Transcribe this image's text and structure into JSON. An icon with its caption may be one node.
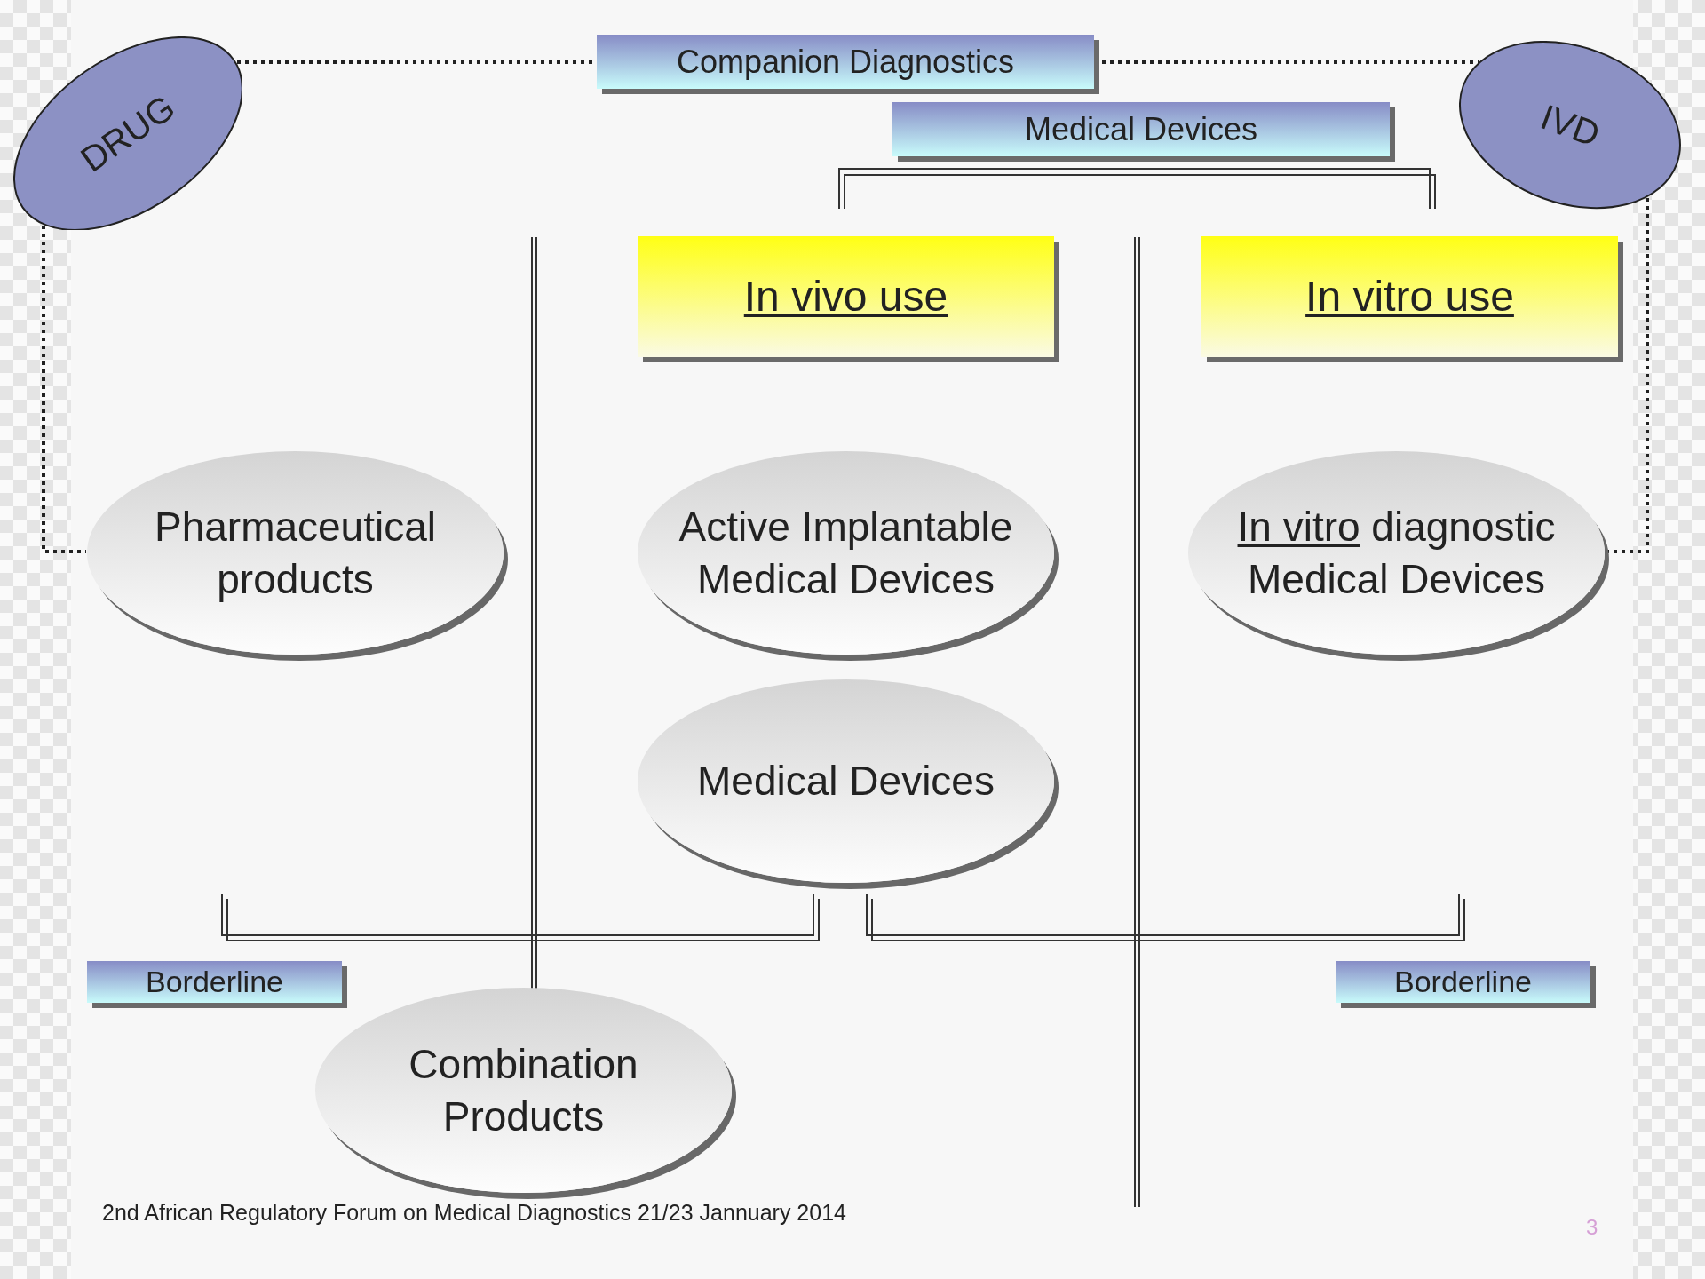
{
  "diagram": {
    "nodes": [
      {
        "text": [
          "DRUG"
        ]
      },
      {
        "text": [
          "Companion Diagnostics"
        ]
      },
      {
        "text": [
          "IVD"
        ]
      },
      {
        "text": [
          "Medical Devices"
        ]
      },
      {
        "text": [
          "In vivo use"
        ]
      },
      {
        "text": [
          "In vitro use"
        ]
      },
      {
        "text": [
          "Pharmaceutical products"
        ]
      },
      {
        "text": [
          "Active Implantable Medical Devices"
        ]
      },
      {
        "text": [
          "In vitro diagnostic Medical Devices"
        ]
      },
      {
        "text": [
          "Medical Devices"
        ]
      },
      {
        "text": [
          "Borderline"
        ]
      },
      {
        "text": [
          "Borderline"
        ]
      },
      {
        "text": [
          "Combination Products"
        ]
      }
    ],
    "edges": [
      {
        "from": 0,
        "to": 1,
        "arrow": "none",
        "style": "dashed"
      },
      {
        "from": 1,
        "to": 2,
        "arrow": "none",
        "style": "dashed"
      },
      {
        "from": 2,
        "to": 8,
        "arrow": "none",
        "style": "dashed"
      },
      {
        "from": 0,
        "to": 6,
        "arrow": "none",
        "style": "dashed"
      }
    ],
    "labels": [
      "2nd African Regulatory Forum on Medical Diagnostics  21/23 Jannuary 2014",
      "3"
    ]
  }
}
